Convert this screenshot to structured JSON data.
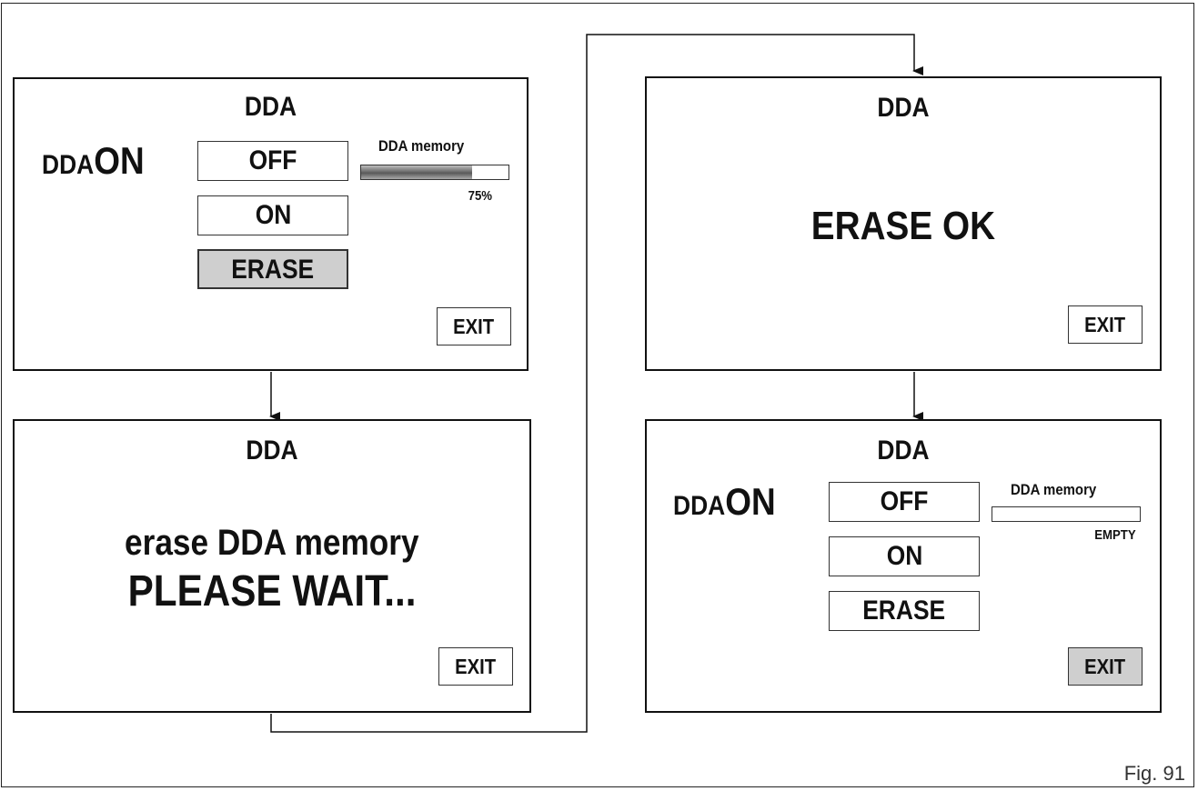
{
  "figure_label": "Fig. 91",
  "screens": {
    "menu_before": {
      "title": "DDA",
      "status_prefix": "DDA",
      "status_value": "ON",
      "options": [
        "OFF",
        "ON",
        "ERASE"
      ],
      "selected_option": "ERASE",
      "memory_label": "DDA memory",
      "memory_fill": 0.75,
      "memory_value": "75%",
      "exit_label": "EXIT"
    },
    "erasing": {
      "title": "DDA",
      "message_line1": "erase DDA memory",
      "message_line2": "PLEASE WAIT...",
      "exit_label": "EXIT"
    },
    "erase_ok": {
      "title": "DDA",
      "message": "ERASE OK",
      "exit_label": "EXIT"
    },
    "menu_after": {
      "title": "DDA",
      "status_prefix": "DDA",
      "status_value": "ON",
      "options": [
        "OFF",
        "ON",
        "ERASE"
      ],
      "selected_option": "EXIT",
      "memory_label": "DDA memory",
      "memory_fill": 0,
      "memory_value": "EMPTY",
      "exit_label": "EXIT"
    }
  }
}
